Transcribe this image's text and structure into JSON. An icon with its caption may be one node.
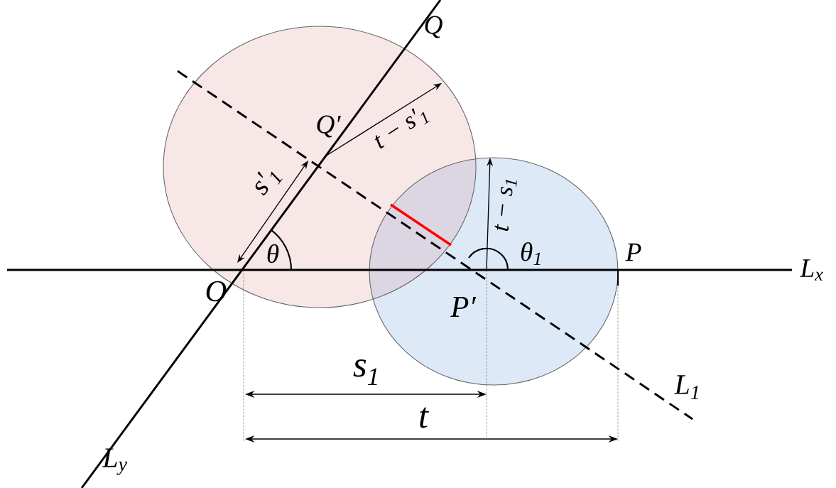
{
  "diagram": {
    "labels": [
      "Q",
      "Q′",
      "t − s′$_{1}$",
      "s′$_{1}$",
      "t − s$_{1}$",
      "θ",
      "θ$_{1}$",
      "P",
      "L$_{x}$",
      "O",
      "P′",
      "s$_{1}$",
      "L$_{1}$",
      "t",
      "L$_{y}$"
    ]
  }
}
